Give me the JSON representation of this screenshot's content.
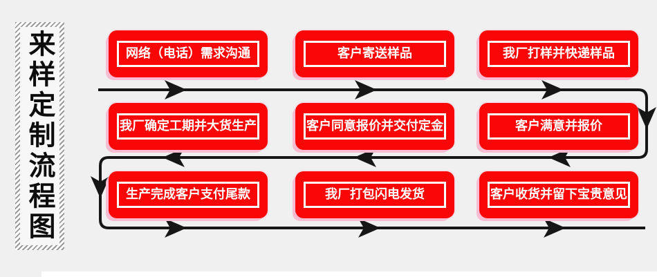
{
  "title": {
    "text": "来样定制流程图"
  },
  "flow": {
    "colors": {
      "box_red": "#f90606",
      "box_shadow_pink": "#f9bdd3",
      "inner_border_white": "#ffffff",
      "arrow_line_black": "#161616",
      "page_background": "#f0f0f0"
    },
    "direction_note": "snake flow: row1 left-to-right, row2 right-to-left, row3 left-to-right",
    "rows": [
      {
        "steps": [
          {
            "label": "网络（电话）需求沟通"
          },
          {
            "label": "客户寄送样品"
          },
          {
            "label": "我厂打样并快递样品"
          }
        ]
      },
      {
        "steps": [
          {
            "label": "我厂确定工期并大货生产"
          },
          {
            "label": "客户同意报价并交付定金"
          },
          {
            "label": "客户满意并报价"
          }
        ]
      },
      {
        "steps": [
          {
            "label": "生产完成客户支付尾款"
          },
          {
            "label": "我厂打包闪电发货"
          },
          {
            "label": "客户收货并留下宝贵意见"
          }
        ]
      }
    ]
  }
}
